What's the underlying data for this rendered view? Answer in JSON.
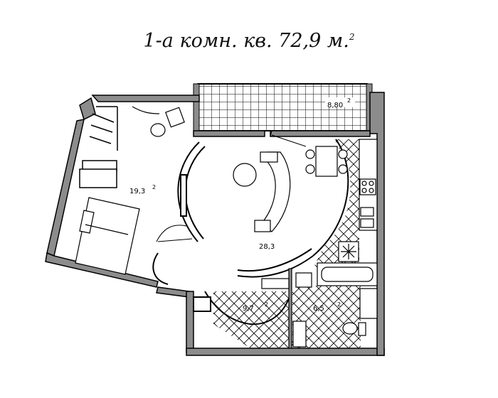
{
  "title": {
    "text": "1-а комн. кв. 72,9 м.",
    "superscript": "2"
  },
  "rooms": {
    "balcony": {
      "area": "8,80",
      "unit": "2"
    },
    "bedroom": {
      "area": "19,3",
      "unit": "2"
    },
    "living": {
      "area": "28,3"
    },
    "hall": {
      "area": "9,7",
      "unit": "2"
    },
    "bath": {
      "area": "6,5",
      "unit": "2"
    }
  },
  "colors": {
    "wall_fill": "#8c8c8c",
    "wall_stroke": "#000000",
    "tile_pattern": "#000000"
  }
}
